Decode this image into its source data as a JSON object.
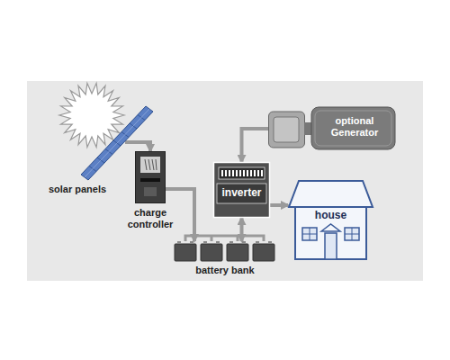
{
  "diagram": {
    "nodes": [
      {
        "text": [
          "solar panels"
        ]
      },
      {
        "text": [
          "charge controller"
        ]
      },
      {
        "text": [
          "battery bank"
        ]
      },
      {
        "text": [
          "inverter"
        ]
      },
      {
        "text": [
          "optional Generator"
        ]
      },
      {
        "text": [
          "house"
        ]
      }
    ],
    "edges": [
      {
        "from": 0,
        "to": 1,
        "arrow": "to"
      },
      {
        "from": 1,
        "to": 2,
        "arrow": "to"
      },
      {
        "from": 3,
        "to": 2,
        "arrow": "both"
      },
      {
        "from": 4,
        "to": 3,
        "arrow": "to"
      },
      {
        "from": 3,
        "to": 5,
        "arrow": "to"
      }
    ]
  }
}
